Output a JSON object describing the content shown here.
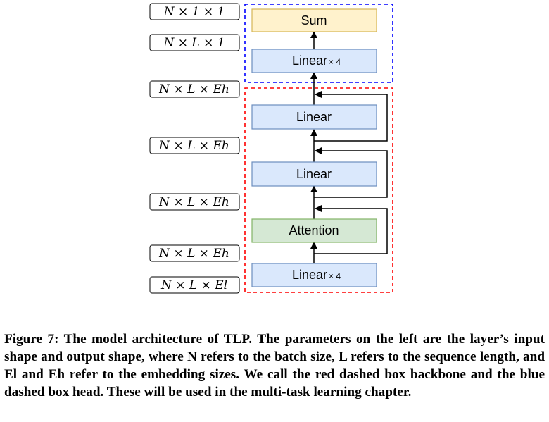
{
  "diagram": {
    "shapes": [
      "N × 1 × 1",
      "N × L × 1",
      "N × L × Eh",
      "N × L × Eh",
      "N × L × Eh",
      "N × L × Eh",
      "N × L × El"
    ],
    "nodes": {
      "sum": {
        "label": "Sum"
      },
      "head_linear": {
        "label": "Linear",
        "mult": "× 4"
      },
      "linear_top": {
        "label": "Linear"
      },
      "linear_mid": {
        "label": "Linear"
      },
      "attention": {
        "label": "Attention"
      },
      "linear_input": {
        "label": "Linear",
        "mult": "× 4"
      }
    },
    "colors": {
      "sum_fill": "#fff2cc",
      "sum_border": "#d6b656",
      "linear_fill": "#dae8fc",
      "linear_border": "#6c8ebf",
      "attention_fill": "#d5e8d4",
      "attention_border": "#82b366",
      "head_box": "#0000ff",
      "backbone_box": "#ff0000"
    }
  },
  "caption": "Figure 7: The model architecture of TLP. The parameters on the left are the layer’s input shape and output shape, where N refers to the batch size, L refers to the sequence length, and El and Eh refer to the embedding sizes. We call the red dashed box backbone and the blue dashed box head. These will be used in the multi-task learning chapter."
}
